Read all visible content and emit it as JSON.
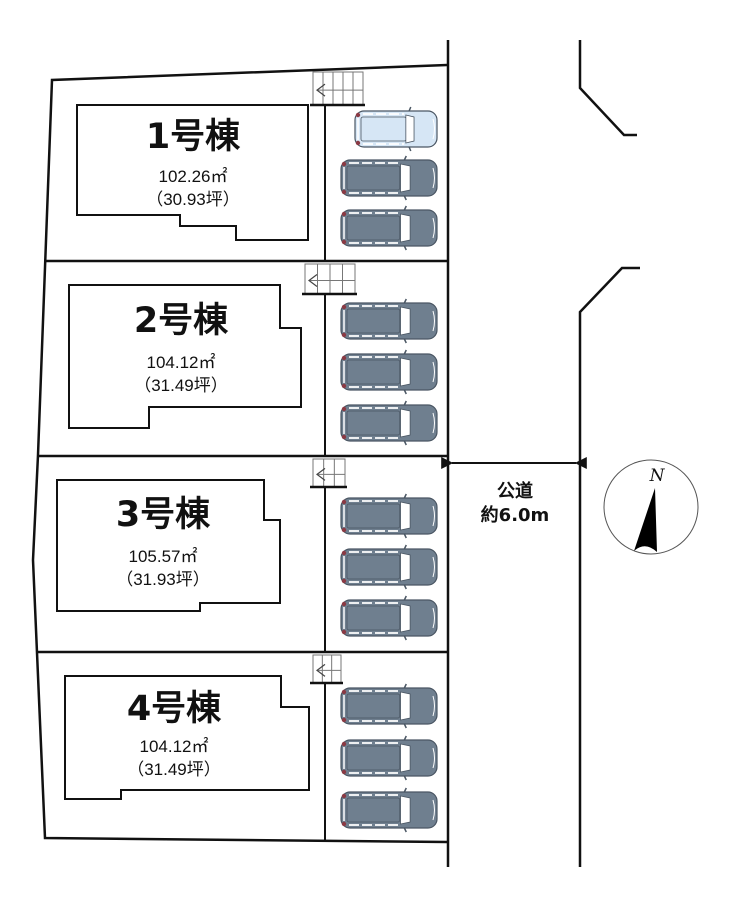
{
  "colors": {
    "line": "#111111",
    "car_body": "#6f7f8f",
    "car_body_light": "#d6e6f5",
    "car_outline": "#4a5663",
    "car_glass": "#ffffff",
    "tail_light": "#8a3a44",
    "stair_line": "#777777"
  },
  "lots": [
    {
      "title": "1号棟",
      "area_sqm": "102.26㎡",
      "area_tsubo": "（30.93坪）",
      "cars": [
        "light",
        "dark",
        "dark"
      ]
    },
    {
      "title": "2号棟",
      "area_sqm": "104.12㎡",
      "area_tsubo": "（31.49坪）",
      "cars": [
        "dark",
        "dark",
        "dark"
      ]
    },
    {
      "title": "3号棟",
      "area_sqm": "105.57㎡",
      "area_tsubo": "（31.93坪）",
      "cars": [
        "dark",
        "dark",
        "dark"
      ]
    },
    {
      "title": "4号棟",
      "area_sqm": "104.12㎡",
      "area_tsubo": "（31.49坪）",
      "cars": [
        "dark",
        "dark",
        "dark"
      ]
    }
  ],
  "road": {
    "label": "公道",
    "width": "約6.0m"
  },
  "compass": {
    "label": "N",
    "icon": "north-arrow-icon"
  }
}
